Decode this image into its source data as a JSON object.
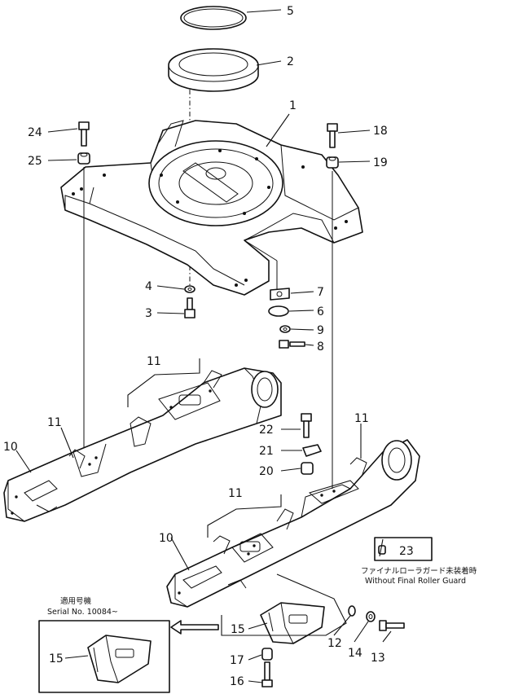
{
  "callouts": {
    "c1": "1",
    "c2": "2",
    "c3": "3",
    "c4": "4",
    "c5": "5",
    "c6": "6",
    "c7": "7",
    "c8": "8",
    "c9": "9",
    "c10a": "10",
    "c10b": "10",
    "c11a": "11",
    "c11b": "11",
    "c11c": "11",
    "c11d": "11",
    "c12": "12",
    "c13": "13",
    "c14": "14",
    "c15a": "15",
    "c15b": "15",
    "c16": "16",
    "c17": "17",
    "c18": "18",
    "c19": "19",
    "c20": "20",
    "c21": "21",
    "c22": "22",
    "c23": "23",
    "c24": "24",
    "c25": "25"
  },
  "notes": {
    "without_guard_jp": "ファイナルローラガード未装着時",
    "without_guard_en": "Without Final Roller Guard",
    "serial_jp": "適用号機",
    "serial_en": "Serial No. 10084~"
  },
  "icons": [
    "arrow-left-icon"
  ]
}
